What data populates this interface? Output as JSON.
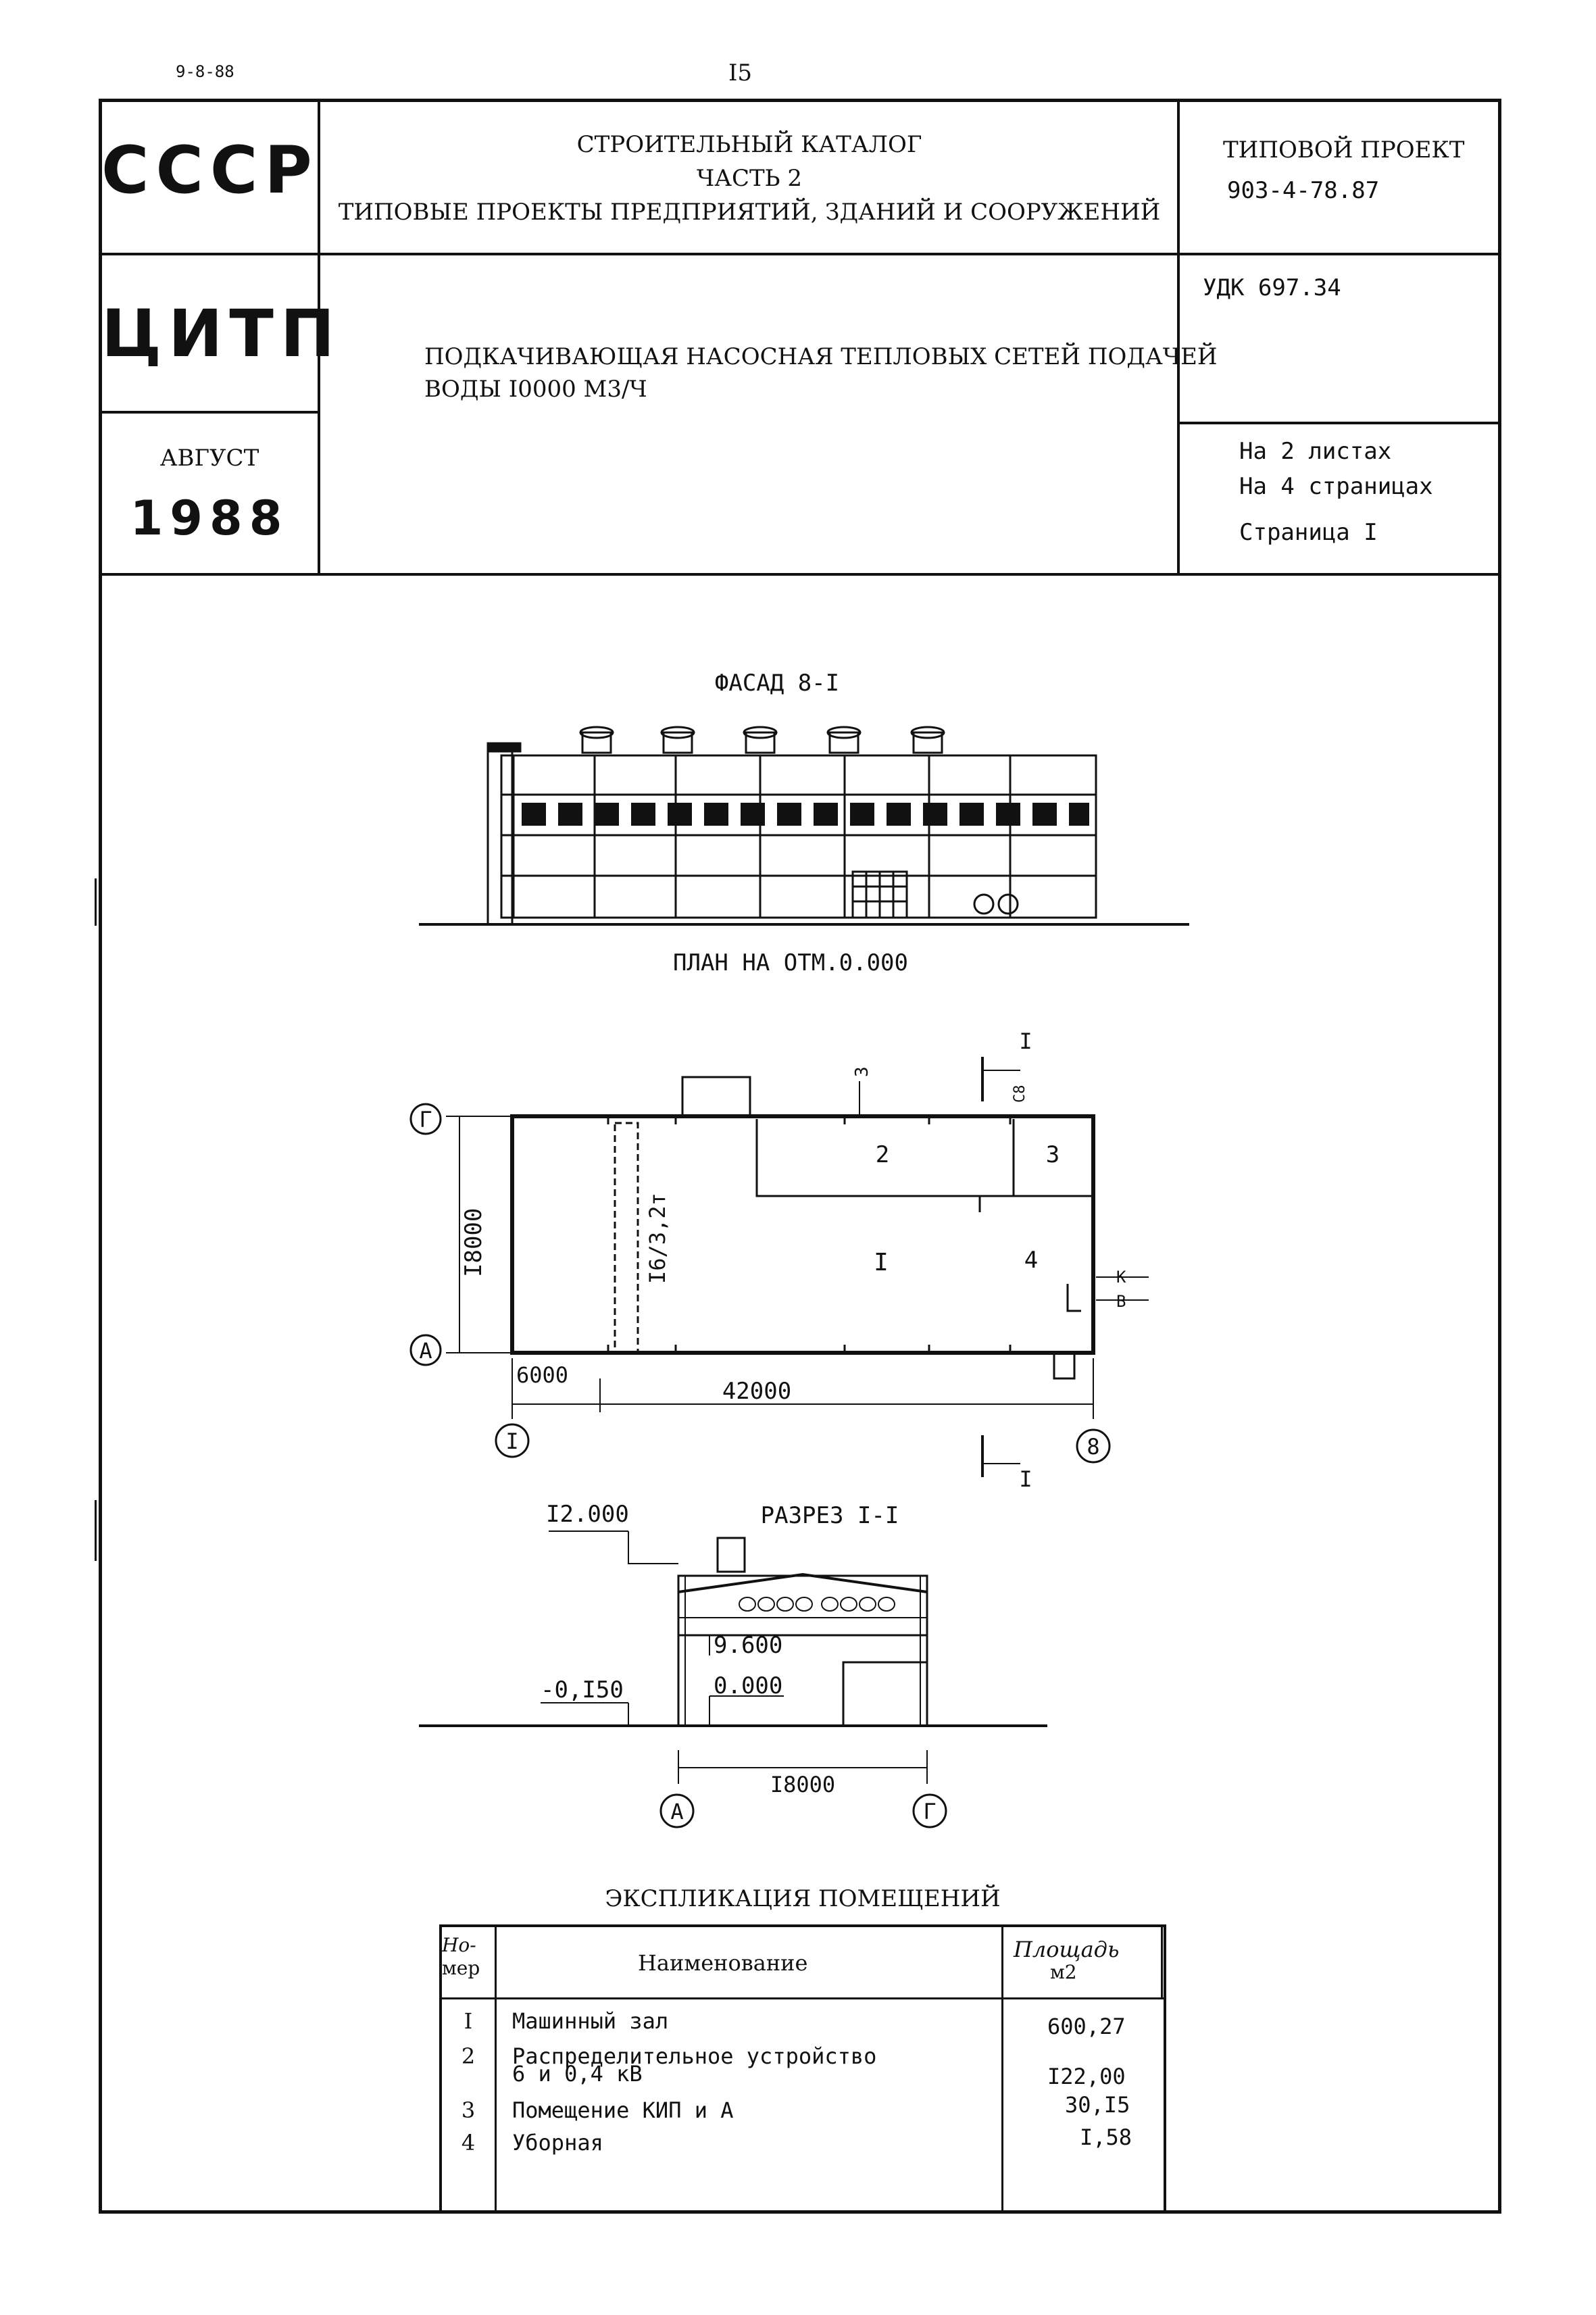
{
  "top": {
    "date": "9-8-88",
    "page_number": "I5"
  },
  "header": {
    "org_top": "СССР",
    "org_mid": "ЦИТП",
    "month": "АВГУСТ",
    "year": "1988",
    "catalog_lines": [
      "СТРОИТЕЛЬНЫЙ КАТАЛОГ",
      "ЧАСТЬ 2",
      "ТИПОВЫЕ ПРОЕКТЫ ПРЕДПРИЯТИЙ, ЗДАНИЙ И СООРУЖЕНИЙ"
    ],
    "project_label": "ТИПОВОЙ ПРОЕКТ",
    "project_number": "903-4-78.87",
    "udk": "УДК 697.34",
    "title_lines": [
      "ПОДКАЧИВАЮЩАЯ НАСОСНАЯ ТЕПЛОВЫХ СЕТЕЙ ПОДАЧЕЙ",
      "ВОДЫ I0000 М3/Ч"
    ],
    "sheets": "На 2 листах",
    "pages": "На 4 страницах",
    "page": "Страница I"
  },
  "drawings": {
    "facade_title": "ФАСАД 8-I",
    "plan_title": "ПЛАН НА ОТМ.0.000",
    "section_title": "РАЗРЕЗ I-I",
    "plan": {
      "axis_g": "Г",
      "axis_a": "А",
      "axis_1": "I",
      "axis_8": "8",
      "dim_height": "I8000",
      "dim_bay": "6000",
      "dim_length": "42000",
      "crane": "I6/3,2т",
      "room_1": "I",
      "room_2": "2",
      "room_3": "3",
      "room_4": "4",
      "cut_mark": "I",
      "mark_3": "3",
      "mark_k": "К",
      "mark_v": "В",
      "mark_c": "С8"
    },
    "section": {
      "el_top": "I2.000",
      "el_beam": "9.600",
      "el_floor": "0.000",
      "el_ground": "-0,I50",
      "dim_width": "I8000",
      "axis_a": "А",
      "axis_g": "Г"
    }
  },
  "explication": {
    "title": "ЭКСПЛИКАЦИЯ ПОМЕЩЕНИЙ",
    "header_num_1": "Но-",
    "header_num_2": "мер",
    "header_name": "Наименование",
    "header_area_1": "Площадь",
    "header_area_2": "м2",
    "rows": [
      {
        "num": "I",
        "name": "Машинный зал",
        "name2": "",
        "area": "600,27"
      },
      {
        "num": "2",
        "name": "Распределительное устройство",
        "name2": "6 и 0,4 кВ",
        "area": "I22,00"
      },
      {
        "num": "3",
        "name": "Помещение КИП и А",
        "name2": "",
        "area": "30,I5"
      },
      {
        "num": "4",
        "name": "Уборная",
        "name2": "",
        "area": "I,58"
      }
    ]
  }
}
